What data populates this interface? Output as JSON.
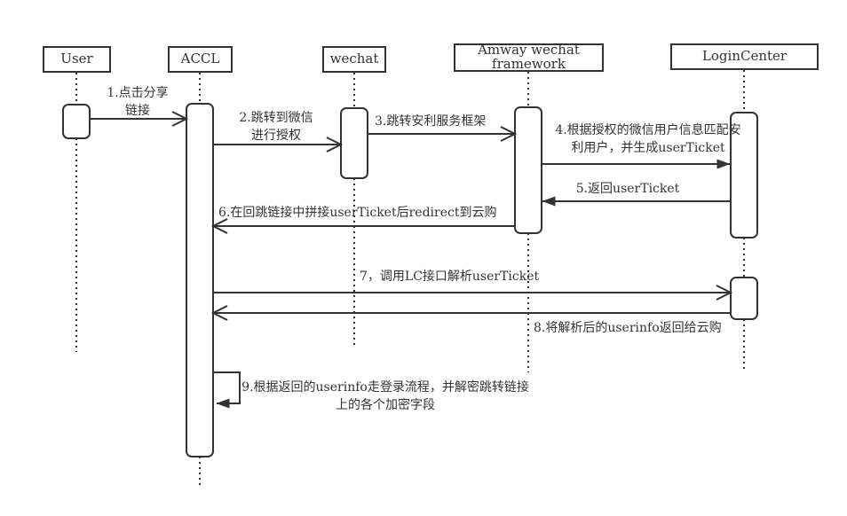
{
  "diagram": {
    "type": "uml-sequence",
    "colors": {
      "stroke": "#333333",
      "text": "#333333",
      "background": "#ffffff"
    }
  },
  "actors": [
    {
      "id": "user",
      "label": "User"
    },
    {
      "id": "accl",
      "label": "ACCL"
    },
    {
      "id": "wechat",
      "label": "wechat"
    },
    {
      "id": "amway-wechat-framework",
      "label": "Amway wechat\nframework"
    },
    {
      "id": "logincenter",
      "label": "LoginCenter"
    }
  ],
  "messages": [
    {
      "n": 1,
      "from": "User",
      "to": "ACCL",
      "arrow": "open",
      "label": "1.点击分享\n链接"
    },
    {
      "n": 2,
      "from": "ACCL",
      "to": "wechat",
      "arrow": "open",
      "label": "2.跳转到微信\n进行授权"
    },
    {
      "n": 3,
      "from": "wechat",
      "to": "Amway wechat framework",
      "arrow": "open",
      "label": "3.跳转安利服务框架"
    },
    {
      "n": 4,
      "from": "Amway wechat framework",
      "to": "LoginCenter",
      "arrow": "filled",
      "label": "4.根据授权的微信用户信息匹配安\n利用户，并生成userTicket"
    },
    {
      "n": 5,
      "from": "LoginCenter",
      "to": "Amway wechat framework",
      "arrow": "filled",
      "label": "5.返回userTicket"
    },
    {
      "n": 6,
      "from": "Amway wechat framework",
      "to": "ACCL",
      "arrow": "open",
      "label": "6.在回跳链接中拼接userTicket后redirect到云购"
    },
    {
      "n": 7,
      "from": "ACCL",
      "to": "LoginCenter",
      "arrow": "open",
      "label": "7，调用LC接口解析userTicket"
    },
    {
      "n": 8,
      "from": "LoginCenter",
      "to": "ACCL",
      "arrow": "open",
      "label": "8.将解析后的userinfo返回给云购"
    },
    {
      "n": 9,
      "from": "ACCL",
      "to": "ACCL",
      "arrow": "filled-self",
      "label": "9.根据返回的userinfo走登录流程，并解密跳转链接\n上的各个加密字段"
    }
  ]
}
